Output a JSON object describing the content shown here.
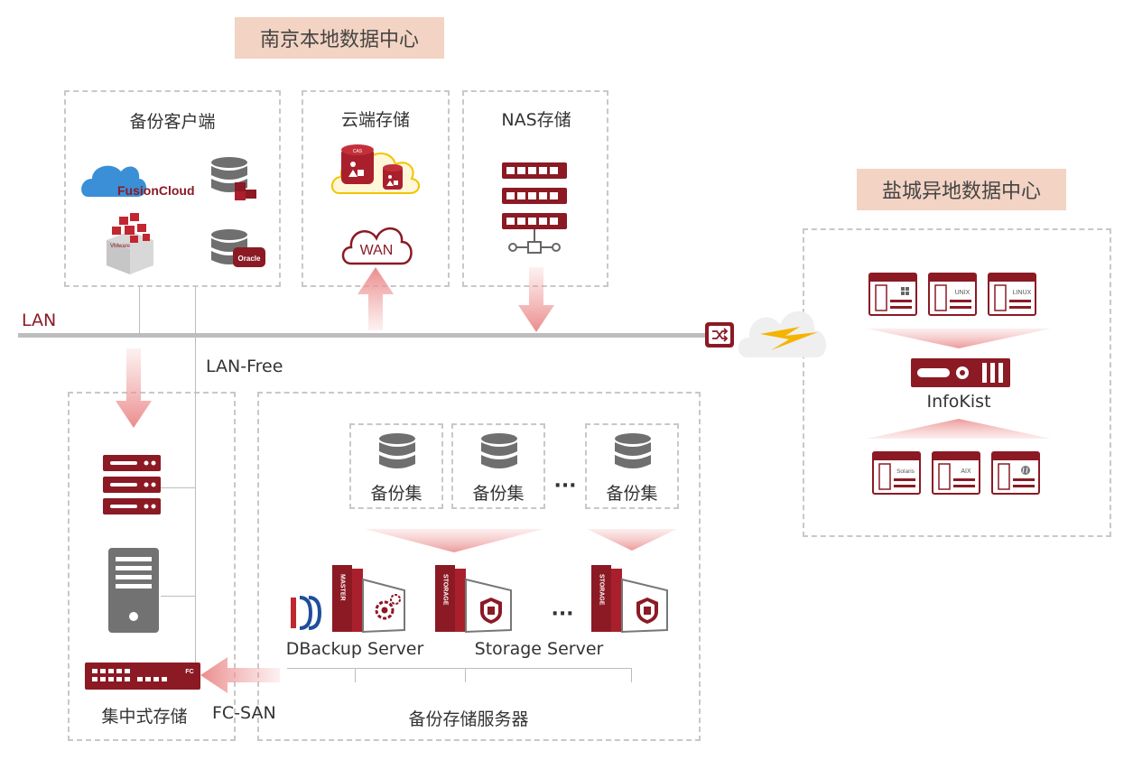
{
  "colors": {
    "accent": "#8b1a24",
    "pill": "#f3d3c3",
    "arrow": "#f0a0a0",
    "gray": "#666666"
  },
  "titles": {
    "nanjing": "南京本地数据中心",
    "yancheng": "盐城异地数据中心"
  },
  "clients": {
    "title": "备份客户端",
    "fusion": "FusionCloud",
    "vmware": "VMware",
    "oracle": "Oracle"
  },
  "cloud": {
    "title": "云端存储",
    "wan": "WAN",
    "cube_label": "CAS"
  },
  "nas": {
    "title": "NAS存储"
  },
  "network": {
    "lan": "LAN",
    "lan_free": "LAN-Free",
    "fc_san": "FC-SAN"
  },
  "central": {
    "title": "集中式存储",
    "fc": "FC"
  },
  "backup_servers": {
    "title": "备份存储服务器",
    "sets": [
      "备份集",
      "备份集",
      "备份集"
    ],
    "ellipsis": "···",
    "dbackup": "DBackup Server",
    "storage": "Storage Server",
    "master_label": "MASTER",
    "storage_label": "STORAGE"
  },
  "remote": {
    "infokist": "InfoKist",
    "os_top": [
      "",
      "UNIX",
      "LINUX"
    ],
    "os_bottom": [
      "Solaris",
      "AIX",
      ""
    ]
  }
}
